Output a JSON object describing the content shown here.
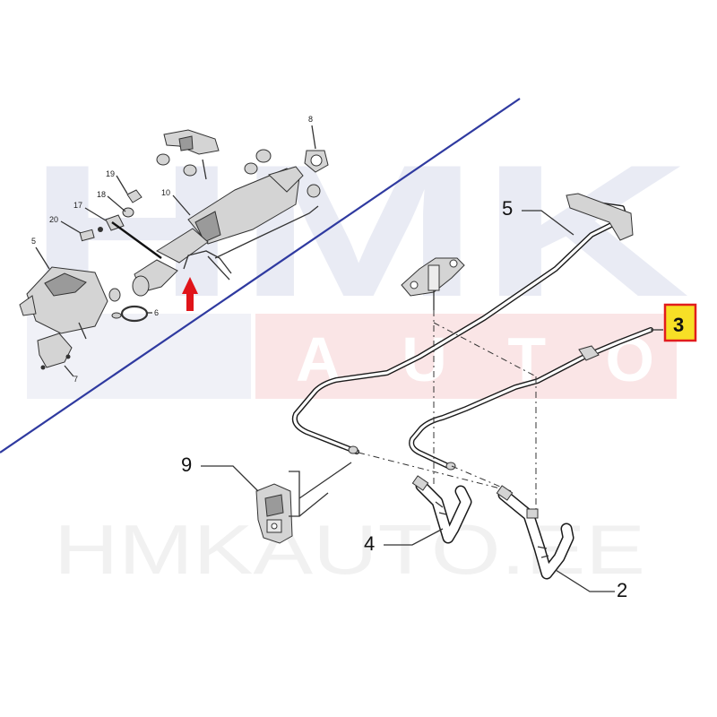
{
  "watermark": {
    "big_letters": "HMK",
    "band_text": "AUTO",
    "bottom_text": "HMKAUTO.EE",
    "accent_red": "#e61e2a",
    "accent_blue": "#2a3a9a"
  },
  "overview_labels": {
    "l19": "19",
    "l18": "18",
    "l17": "17",
    "l20": "20",
    "l10": "10",
    "l8": "8",
    "l5": "5",
    "l6": "6",
    "l7": "7"
  },
  "detail_labels": {
    "l5": "5",
    "l3": "3",
    "l9": "9",
    "l4": "4",
    "l2": "2"
  },
  "highlight": {
    "label_value": "3",
    "border_color": "#e11d1d",
    "fill_color": "#f7df26"
  },
  "divider_color": "#2f3aa0",
  "arrow_color": "#e0141a"
}
